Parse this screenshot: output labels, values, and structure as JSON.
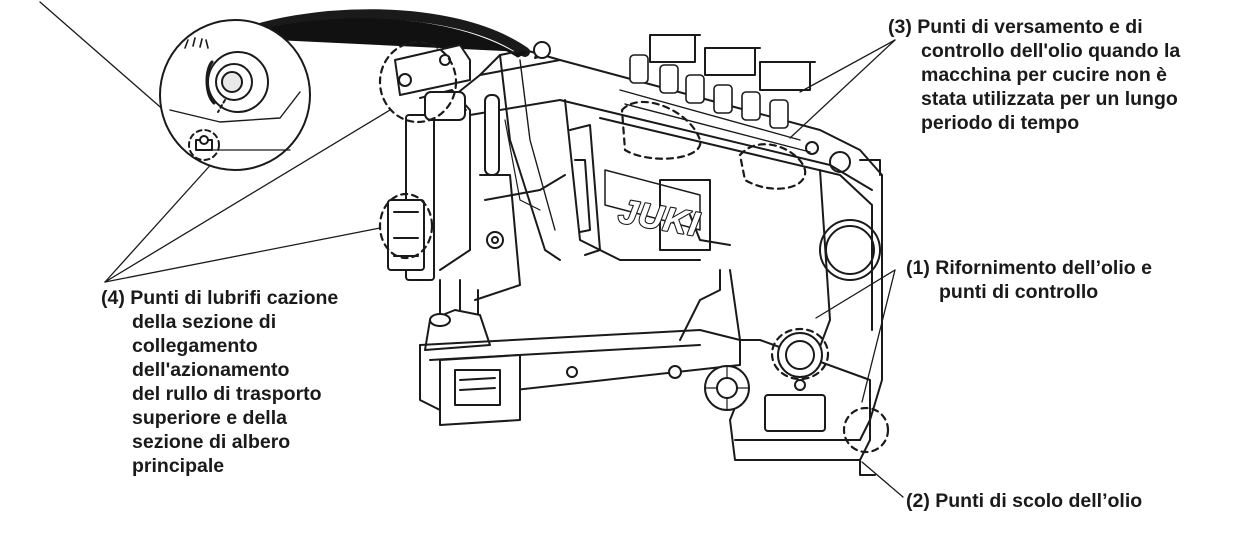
{
  "brand_label": "JUKI",
  "callouts": {
    "c1": {
      "lines": [
        "(1) Rifornimento dell’olio e",
        "punti di controllo"
      ]
    },
    "c2": {
      "lines": [
        "(2) Punti di scolo dell’olio"
      ]
    },
    "c3": {
      "lines": [
        "(3) Punti di versamento e di",
        "controllo dell'olio quando la",
        "macchina per cucire non è",
        "stata utilizzata per un lungo",
        "periodo di tempo"
      ]
    },
    "c4": {
      "lines": [
        "(4) Punti di lubrifi cazione",
        "della sezione di",
        "collegamento",
        "dell'azionamento",
        "del rullo di trasporto",
        "superiore e della",
        "sezione di albero",
        "principale"
      ]
    }
  },
  "colors": {
    "ink": "#1a1a1a",
    "paper": "#ffffff",
    "shade": "#e9e9e9",
    "dark_shade": "#111111"
  },
  "icons": {
    "machine": "sewing-machine-illustration",
    "detail": "oil-hole-magnified-detail",
    "markers": "dashed-circle-marker"
  }
}
